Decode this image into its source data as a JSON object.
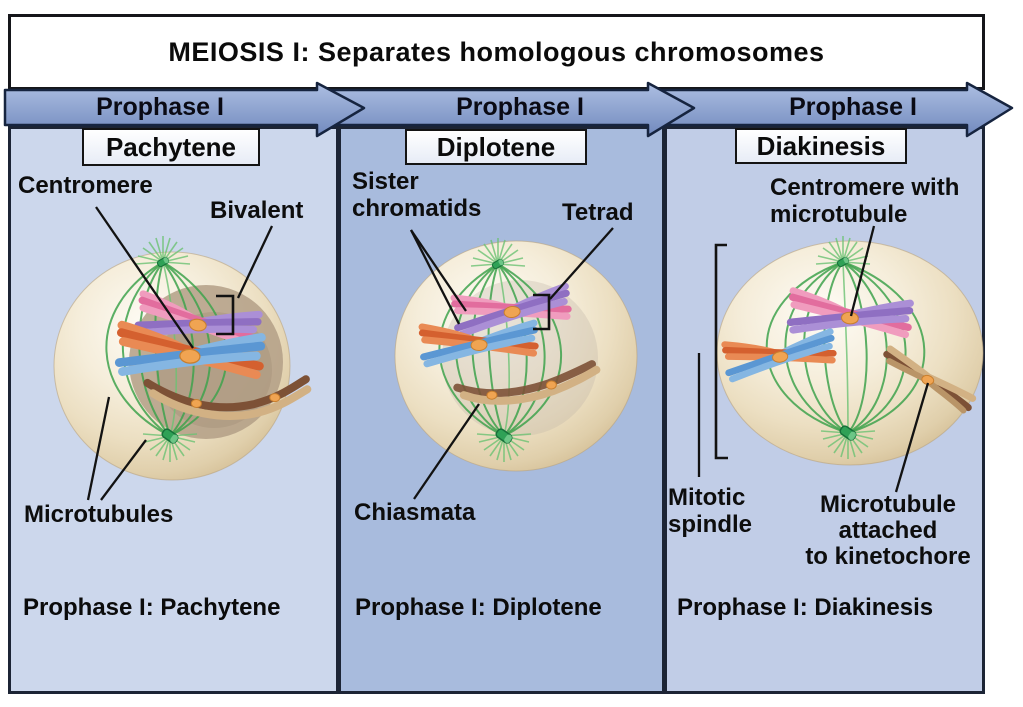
{
  "title": "MEIOSIS I: Separates homologous chromosomes",
  "arrow_banner": {
    "arrows": [
      {
        "label": "Prophase I"
      },
      {
        "label": "Prophase I"
      },
      {
        "label": "Prophase I"
      }
    ]
  },
  "panels": [
    {
      "stage": "Pachytene",
      "caption": "Prophase I: Pachytene",
      "labels": {
        "centromere": "Centromere",
        "bivalent": "Bivalent",
        "microtubules": "Microtubules"
      }
    },
    {
      "stage": "Diplotene",
      "caption": "Prophase I: Diplotene",
      "labels": {
        "sister_chromatids": "Sister\nchromatids",
        "tetrad": "Tetrad",
        "chiasmata": "Chiasmata"
      }
    },
    {
      "stage": "Diakinesis",
      "caption": "Prophase I: Diakinesis",
      "labels": {
        "centromere_with_microtubule": "Centromere with\nmicrotubule",
        "mitotic_spindle": "Mitotic\nspindle",
        "microtubule_kinetochore": "Microtubule\nattached\nto kinetochore"
      }
    }
  ],
  "colors": {
    "panel_1_bg": "#ccd7ec",
    "panel_2_bg": "#a8bbdd",
    "panel_3_bg": "#c1cde7",
    "arrow_fill_top": "#adbfe2",
    "arrow_fill_bottom": "#7088bd",
    "arrow_border": "#16243f",
    "cell_body": "#eee1c6",
    "nucleus": "#b39f86",
    "microtubule_green": "#3ea24c",
    "chromatid_pink": "#e26d9e",
    "chromatid_purple": "#8f6fc2",
    "chromatid_orange": "#d4602f",
    "chromatid_blue": "#5b97d3",
    "chromatid_tan": "#d2b184",
    "chromatid_brown": "#7d5136",
    "centromere_orange": "#f0a452"
  }
}
